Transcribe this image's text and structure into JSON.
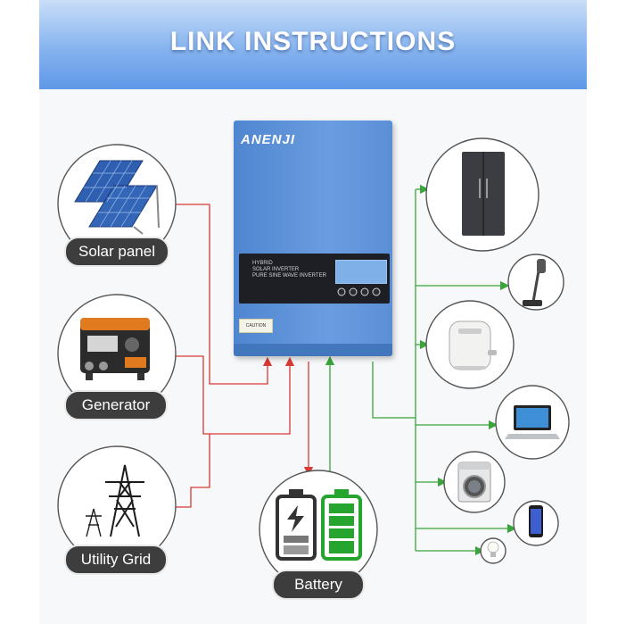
{
  "banner": {
    "title": "LINK INSTRUCTIONS"
  },
  "inverter": {
    "logo": "ANENJI",
    "model_lines": [
      "HYBRID",
      "SOLAR INVERTER",
      "PURE SINE WAVE INVERTER"
    ],
    "caution": "CAUTION"
  },
  "sources": [
    {
      "label": "Solar panel",
      "icon": "solar-panel-icon"
    },
    {
      "label": "Generator",
      "icon": "generator-icon"
    },
    {
      "label": "Utility Grid",
      "icon": "transmission-tower-icon"
    }
  ],
  "battery": {
    "label": "Battery",
    "icon": "battery-icon"
  },
  "loads": [
    {
      "icon": "refrigerator-icon"
    },
    {
      "icon": "cordless-vacuum-icon"
    },
    {
      "icon": "air-fryer-icon"
    },
    {
      "icon": "laptop-icon"
    },
    {
      "icon": "washing-machine-icon"
    },
    {
      "icon": "smartphone-icon"
    },
    {
      "icon": "light-bulb-icon"
    }
  ],
  "colors": {
    "input_line": "#d83a34",
    "output_line": "#3aa53a",
    "inverter_blue": "#5b8fd6",
    "label_bg": "#3d3d3d"
  }
}
